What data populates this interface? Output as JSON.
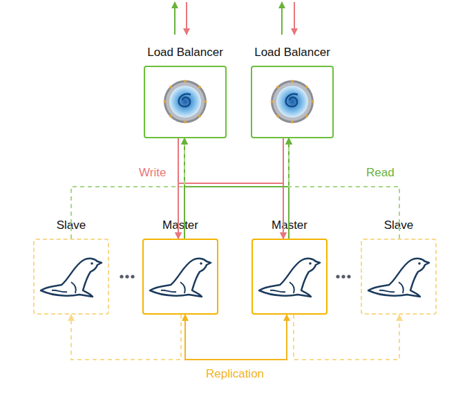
{
  "diagram": {
    "nodes": [
      {
        "text": [
          "Load Balancer"
        ]
      },
      {
        "text": [
          "Load Balancer"
        ]
      },
      {
        "text": [
          "Slave"
        ]
      },
      {
        "text": [
          "Master"
        ]
      },
      {
        "text": [
          "Master"
        ]
      },
      {
        "text": [
          "Slave"
        ]
      }
    ],
    "edges": [
      {
        "from": 0,
        "to": 3,
        "label": "Write",
        "arrow": "to"
      },
      {
        "from": 0,
        "to": 4,
        "arrow": "to"
      },
      {
        "from": 1,
        "to": 3,
        "arrow": "to"
      },
      {
        "from": 1,
        "to": 4,
        "arrow": "to"
      },
      {
        "from": 3,
        "to": 0,
        "arrow": "to"
      },
      {
        "from": 3,
        "to": 1,
        "arrow": "to"
      },
      {
        "from": 4,
        "to": 0,
        "arrow": "to"
      },
      {
        "from": 4,
        "to": 1,
        "arrow": "to"
      },
      {
        "from": 2,
        "to": 0,
        "arrow": "to"
      },
      {
        "from": 5,
        "to": 1,
        "label": "Read",
        "arrow": "to"
      },
      {
        "from": 3,
        "to": 4,
        "label": "Replication",
        "arrow": "both"
      },
      {
        "from": 3,
        "to": 2,
        "arrow": "to"
      },
      {
        "from": 4,
        "to": 5,
        "arrow": "to"
      }
    ]
  }
}
